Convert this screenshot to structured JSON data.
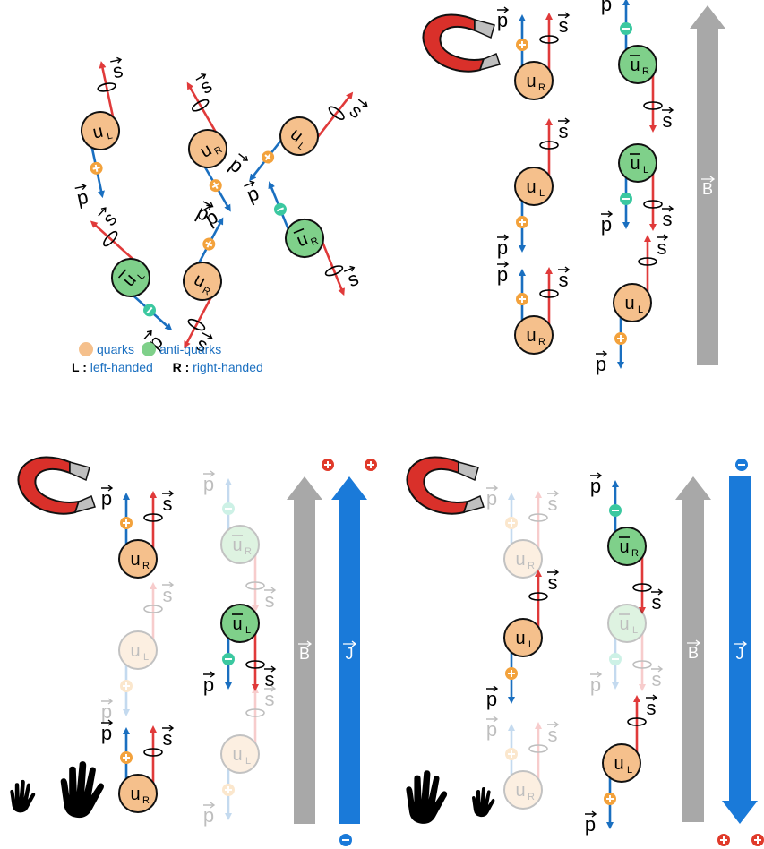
{
  "labels": {
    "p": "p",
    "s": "s",
    "u": "u",
    "L": "L",
    "R": "R",
    "B": "B",
    "J": "J"
  },
  "legend": {
    "quarks": "quarks",
    "anti_quarks": "anti-quarks",
    "left_key": "L :",
    "left_text": "left-handed",
    "right_key": "R :",
    "right_text": "right-handed"
  },
  "colors": {
    "quark": "#f5c08c",
    "antiquark": "#7fd08a",
    "momentum": "#1a6fc0",
    "spin": "#e03a3a",
    "field": "#a8a8a8",
    "current": "#1a7ad9",
    "charge": "#e03a2a",
    "plus_marker": "#f3a23c",
    "minus_marker": "#3bc8a0"
  },
  "icons": [
    "magnet-icon",
    "left-hand-icon",
    "right-hand-icon",
    "plus-charge-icon",
    "minus-charge-icon"
  ]
}
